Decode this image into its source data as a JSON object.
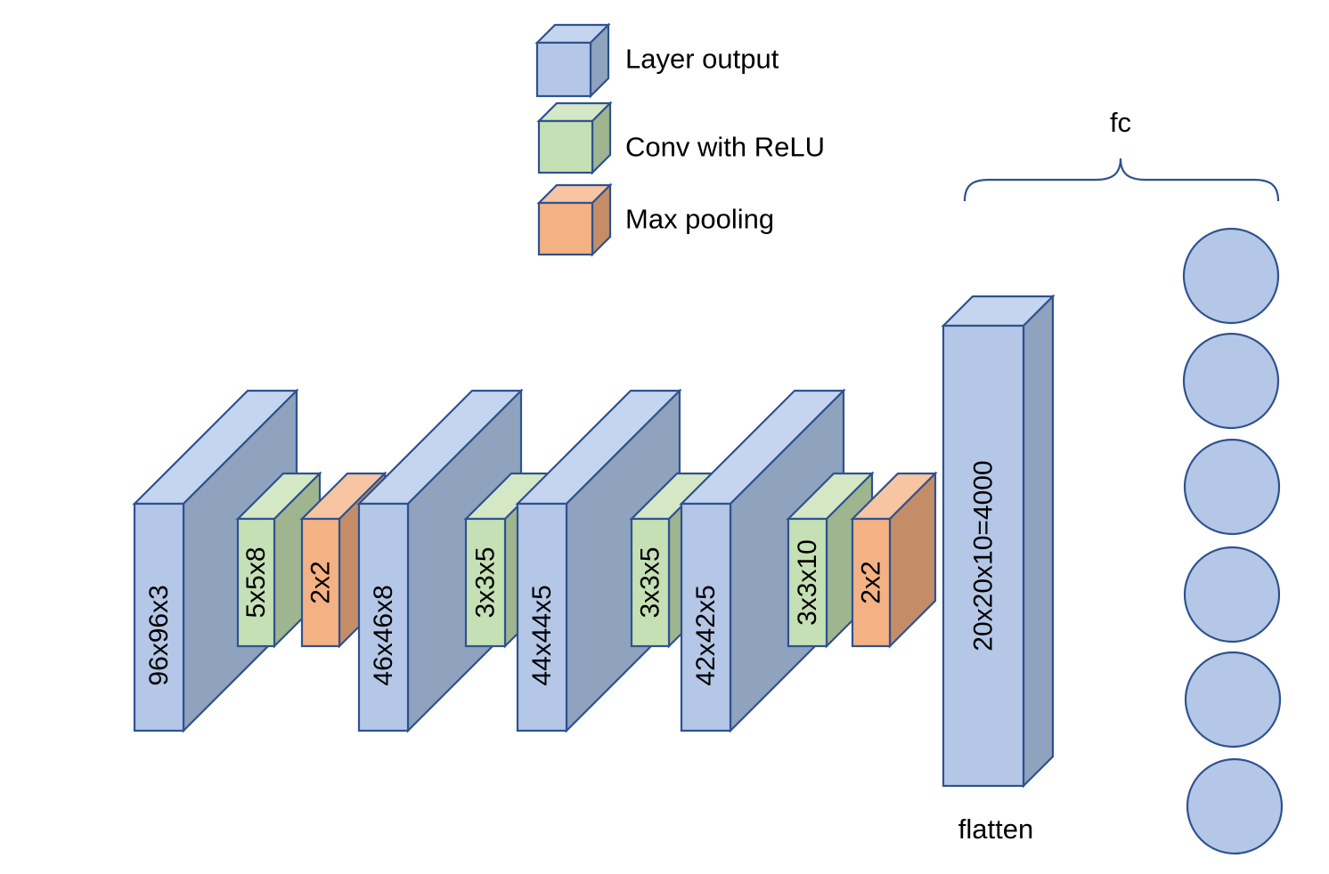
{
  "colors": {
    "layer_output": {
      "front": "#b4c7e7",
      "top": "#c5d5ef",
      "side": "#8fa2be"
    },
    "conv_relu": {
      "front": "#c5e0b4",
      "top": "#d4e8c6",
      "side": "#9eb58f"
    },
    "max_pooling": {
      "front": "#f4b183",
      "top": "#f7c5a2",
      "side": "#c48d68"
    },
    "stroke": "#2f528f",
    "neuron_fill": "#b4c7e7"
  },
  "legend": [
    {
      "kind": "layer_output",
      "label": "Layer output"
    },
    {
      "kind": "conv_relu",
      "label": "Conv with ReLU"
    },
    {
      "kind": "max_pooling",
      "label": "Max pooling"
    }
  ],
  "blocks": [
    {
      "kind": "layer_output",
      "label": "96x96x3"
    },
    {
      "kind": "conv_relu",
      "label": "5x5x8"
    },
    {
      "kind": "max_pooling",
      "label": "2x2"
    },
    {
      "kind": "layer_output",
      "label": "46x46x8"
    },
    {
      "kind": "conv_relu",
      "label": "3x3x5"
    },
    {
      "kind": "layer_output",
      "label": "44x44x5"
    },
    {
      "kind": "conv_relu",
      "label": "3x3x5"
    },
    {
      "kind": "layer_output",
      "label": "42x42x5"
    },
    {
      "kind": "conv_relu",
      "label": "3x3x10"
    },
    {
      "kind": "max_pooling",
      "label": "2x2"
    },
    {
      "kind": "layer_output",
      "label": "20x20x10=4000"
    }
  ],
  "flatten_label": "flatten",
  "fc_label": "fc",
  "fc_neuron_count": 6
}
